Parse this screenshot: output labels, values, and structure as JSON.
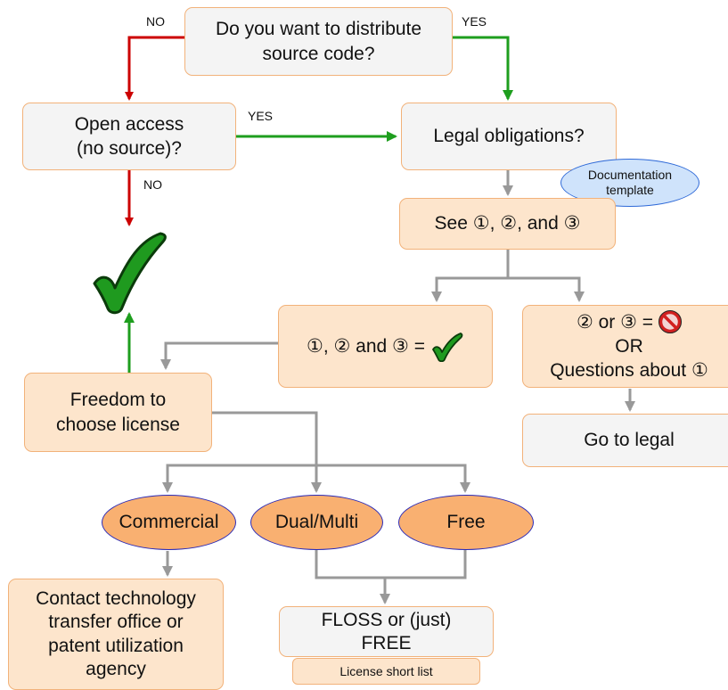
{
  "nodes": {
    "distribute_q": {
      "lines": [
        "Do you want to distribute",
        "source code?"
      ]
    },
    "open_access_q": {
      "lines": [
        "Open access",
        "(no source)?"
      ]
    },
    "legal_q": {
      "text": "Legal obligations?"
    },
    "doc_template": {
      "lines": [
        "Documentation",
        "template"
      ]
    },
    "see_123": {
      "text": "See ①, ②, and ③"
    },
    "all_ok": {
      "text": "①, ② and ③ ="
    },
    "problem": {
      "lines": [
        "② or ③ =",
        "OR",
        "Questions about ①"
      ]
    },
    "go_legal": {
      "text": "Go to legal"
    },
    "freedom": {
      "lines": [
        "Freedom to",
        "choose license"
      ]
    },
    "commercial": {
      "text": "Commercial"
    },
    "dual_multi": {
      "text": "Dual/Multi"
    },
    "free": {
      "text": "Free"
    },
    "contact_office": {
      "lines": [
        "Contact technology",
        "transfer office or",
        "patent utilization",
        "agency"
      ]
    },
    "floss": {
      "lines": [
        "FLOSS or (just)",
        "FREE"
      ]
    },
    "short_list": {
      "text": "License short list"
    }
  },
  "edge_labels": {
    "no_top": "NO",
    "yes_top": "YES",
    "yes_mid": "YES",
    "no_mid": "NO"
  },
  "colors": {
    "no_arrow": "#cc0000",
    "yes_arrow": "#1e9e1e",
    "neutral_arrow": "#999999",
    "box_border": "#f2b27a",
    "checkmark": "#1f9a1f",
    "forbidden": "#d21f1f"
  },
  "icons": {
    "big_check": "checkmark-icon",
    "small_check": "checkmark-icon",
    "stop": "prohibited-icon"
  }
}
